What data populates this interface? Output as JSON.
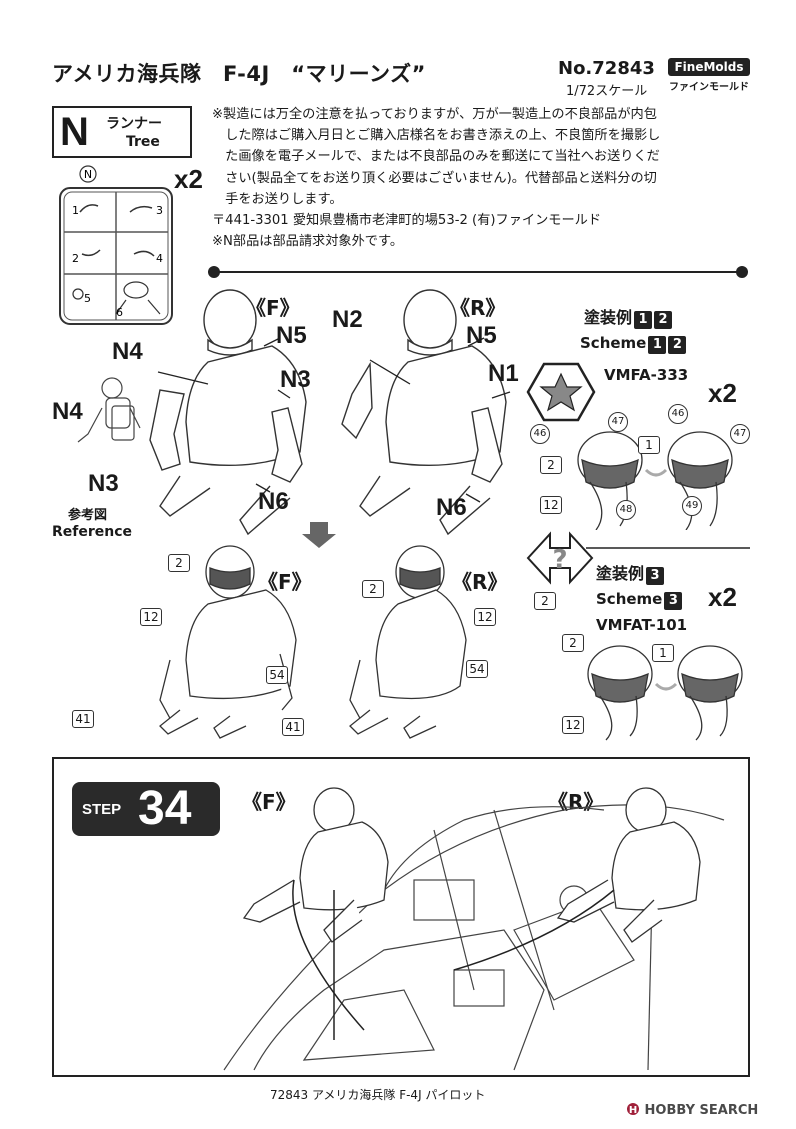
{
  "header": {
    "title": "アメリカ海兵隊　F-4J　“マリーンズ”",
    "product_no": "No.72843",
    "scale": "1/72スケール",
    "brand_logo": "FineMolds",
    "brand_kana": "ファインモールド"
  },
  "tree": {
    "letter": "N",
    "label_jp": "ランナー",
    "label_en": "Tree",
    "multiplier": "x2",
    "tag": "N",
    "part_numbers": [
      "1",
      "2",
      "3",
      "4",
      "5",
      "6"
    ]
  },
  "notice": {
    "lines": [
      "※製造には万全の注意を払っておりますが、万が一製造上の不良部品が内包",
      "　した際はご購入月日とご購入店様名をお書き添えの上、不良箇所を撮影し",
      "　た画像を電子メールで、または不良部品のみを郵送にて当社へお送りくだ",
      "　さい(製品全てをお送り頂く必要はございません)。代替部品と送料分の切",
      "　手をお送りします。",
      "〒441-3301 愛知県豊橋市老津町的場53-2 (有)ファインモールド",
      "※N部品は部品請求対象外です。"
    ]
  },
  "assembly": {
    "front_label": "《F》",
    "rear_label": "《R》",
    "parts": {
      "n1": "N1",
      "n2": "N2",
      "n3": "N3",
      "n4": "N4",
      "n5": "N5",
      "n6": "N6"
    },
    "reference_jp": "参考図",
    "reference_en": "Reference"
  },
  "painting": {
    "callouts": {
      "helmet": "2",
      "mask": "12",
      "boots": "41",
      "suit": "54"
    },
    "swap_callout": "2"
  },
  "schemes": {
    "scheme_a": {
      "label_jp": "塗装例",
      "label_en": "Scheme",
      "nums": [
        "1",
        "2"
      ],
      "unit": "VMFA-333",
      "multiplier": "x2",
      "callouts": [
        "46",
        "47",
        "1",
        "46",
        "47",
        "2",
        "12",
        "48",
        "49"
      ]
    },
    "scheme_b": {
      "label_jp": "塗装例",
      "label_en": "Scheme",
      "nums": [
        "3"
      ],
      "unit": "VMFAT-101",
      "multiplier": "x2",
      "callouts": [
        "2",
        "1",
        "12"
      ]
    }
  },
  "step": {
    "word": "STEP",
    "number": "34",
    "front_label": "《F》",
    "rear_label": "《R》"
  },
  "footer": {
    "text": "72843 アメリカ海兵隊 F-4J パイロット"
  },
  "watermark": {
    "text": "HOBBY SEARCH"
  },
  "colors": {
    "ink": "#1a1a1a",
    "badge": "#2a2a2a",
    "paper": "#ffffff"
  }
}
